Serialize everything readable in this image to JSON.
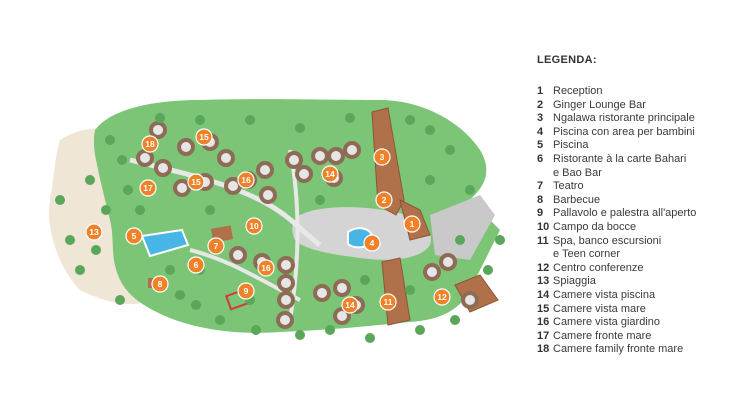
{
  "legend": {
    "title": "LEGENDA:",
    "items": [
      {
        "num": "1",
        "label": "Reception"
      },
      {
        "num": "2",
        "label": "Ginger Lounge Bar"
      },
      {
        "num": "3",
        "label": "Ngalawa ristorante principale"
      },
      {
        "num": "4",
        "label": "Piscina con area per bambini"
      },
      {
        "num": "5",
        "label": "Piscina"
      },
      {
        "num": "6",
        "label": "Ristorante à la carte Bahari\ne Bao Bar"
      },
      {
        "num": "7",
        "label": "Teatro"
      },
      {
        "num": "8",
        "label": "Barbecue"
      },
      {
        "num": "9",
        "label": "Pallavolo e palestra all'aperto"
      },
      {
        "num": "10",
        "label": "Campo da bocce"
      },
      {
        "num": "11",
        "label": "Spa, banco escursioni\ne Teen corner"
      },
      {
        "num": "12",
        "label": "Centro conferenze"
      },
      {
        "num": "13",
        "label": "Spiaggia"
      },
      {
        "num": "14",
        "label": "Camere vista piscina"
      },
      {
        "num": "15",
        "label": "Camere vista mare"
      },
      {
        "num": "16",
        "label": "Camere vista giardino"
      },
      {
        "num": "17",
        "label": "Camere fronte mare"
      },
      {
        "num": "18",
        "label": "Camere family fronte mare"
      }
    ]
  },
  "map": {
    "markers": [
      "1",
      "2",
      "3",
      "4",
      "5",
      "6",
      "7",
      "8",
      "9",
      "10",
      "11",
      "12",
      "13",
      "14",
      "14",
      "14",
      "15",
      "15",
      "16",
      "16",
      "17",
      "18"
    ],
    "colors": {
      "grass": "#7cc476",
      "grass_dark": "#5aa65a",
      "sand": "#efe6d6",
      "path": "#c9c9c9",
      "pool": "#47b6e6",
      "marker": "#ef8228",
      "roof": "#b0714a",
      "hut": "#8d6b55"
    }
  }
}
